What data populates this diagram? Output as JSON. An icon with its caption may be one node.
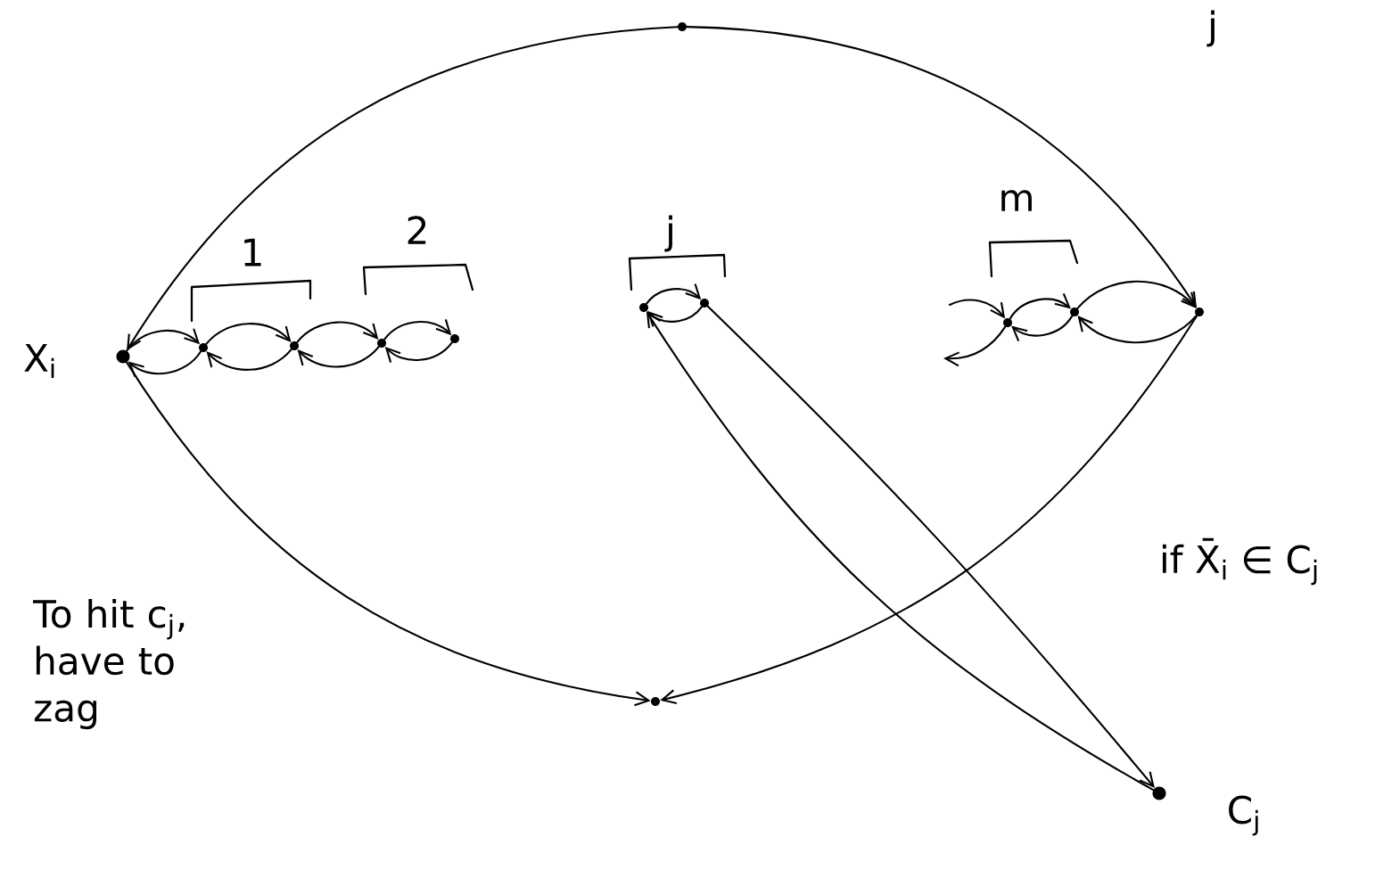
{
  "diagram": {
    "nodes": [
      {
        "text": [],
        "shape": "circle",
        "beside": [
          "X$_{i}$"
        ]
      },
      {
        "text": [],
        "shape": "circle"
      },
      {
        "text": [],
        "shape": "circle"
      },
      {
        "text": [],
        "shape": "circle"
      },
      {
        "text": [],
        "shape": "circle"
      },
      {
        "text": [],
        "shape": "circle"
      },
      {
        "text": [],
        "shape": "circle"
      },
      {
        "text": [],
        "shape": "circle"
      },
      {
        "text": [],
        "shape": "circle"
      },
      {
        "text": [],
        "shape": "circle"
      },
      {
        "text": [],
        "shape": "circle"
      },
      {
        "text": [],
        "shape": "circle"
      },
      {
        "text": [],
        "shape": "circle",
        "beside": [
          "C$_{j}$"
        ]
      }
    ],
    "edges": [
      {
        "from": 0,
        "to": 1,
        "arrow": "to"
      },
      {
        "from": 1,
        "to": 0,
        "arrow": "to"
      },
      {
        "from": 1,
        "to": 2,
        "arrow": "to"
      },
      {
        "from": 2,
        "to": 1,
        "arrow": "to"
      },
      {
        "from": 2,
        "to": 3,
        "arrow": "to"
      },
      {
        "from": 3,
        "to": 2,
        "arrow": "to"
      },
      {
        "from": 3,
        "to": 4,
        "arrow": "to"
      },
      {
        "from": 4,
        "to": 3,
        "arrow": "to"
      },
      {
        "from": 5,
        "to": 6,
        "arrow": "to"
      },
      {
        "from": 6,
        "to": 5,
        "arrow": "to"
      },
      {
        "from": null,
        "to": 7,
        "arrow": "to"
      },
      {
        "from": 7,
        "to": null,
        "arrow": "to"
      },
      {
        "from": 7,
        "to": 8,
        "arrow": "to"
      },
      {
        "from": 8,
        "to": 7,
        "arrow": "to"
      },
      {
        "from": 8,
        "to": 9,
        "arrow": "to"
      },
      {
        "from": 9,
        "to": 8,
        "arrow": "to"
      },
      {
        "from": 10,
        "to": 0,
        "arrow": "to"
      },
      {
        "from": 10,
        "to": 9,
        "arrow": "to"
      },
      {
        "from": 0,
        "to": 11,
        "arrow": "to"
      },
      {
        "from": 9,
        "to": 11,
        "arrow": "to"
      },
      {
        "from": 6,
        "to": 12,
        "arrow": "to"
      },
      {
        "from": 12,
        "to": 5,
        "arrow": "to"
      }
    ],
    "labels": [
      "j",
      "m",
      "2",
      "j",
      "1",
      "if X̄$_{i}$ ∈ C$_{j}$",
      "To hit c$_{j}$, have to zag"
    ]
  }
}
